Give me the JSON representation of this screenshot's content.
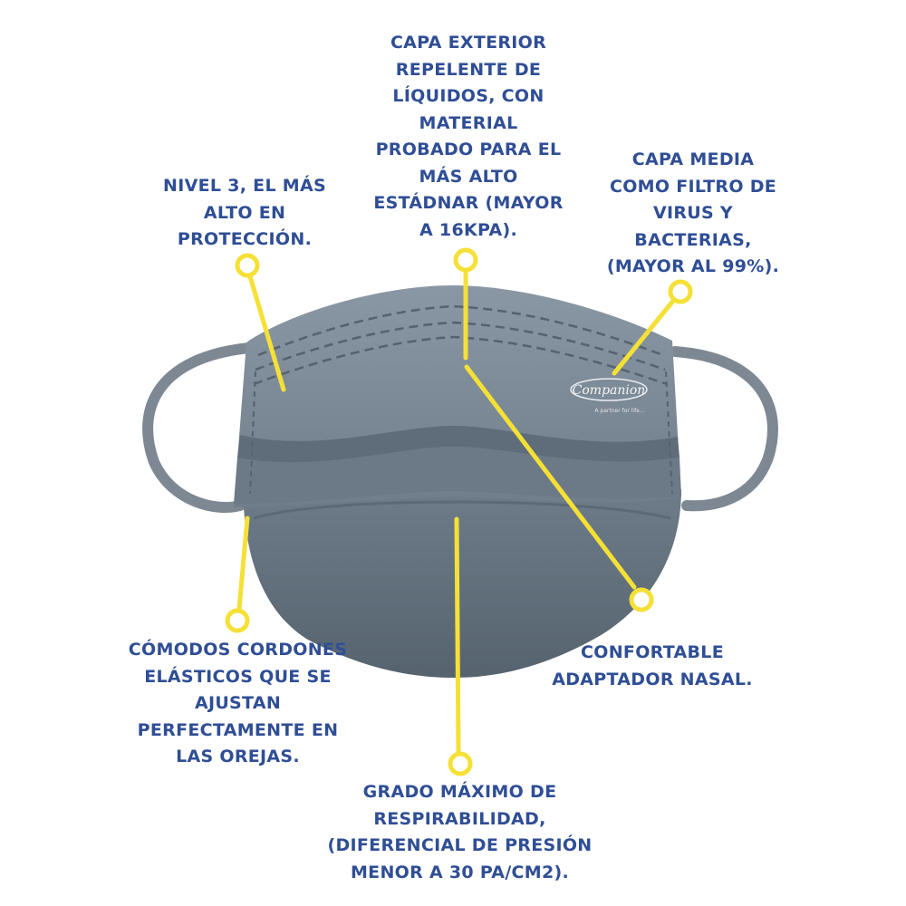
{
  "labels": {
    "outer_layer": "CAPA EXTERIOR\nREPELENTE DE\nLÍQUIDOS, CON\nMATERIAL\nPROBADO PARA EL\nMÁS ALTO\nESTÁDNAR (MAYOR\nA 16KPA).",
    "protection_level": "NIVEL 3, EL MÁS\nALTO EN\nPROTECCIÓN.",
    "middle_layer": "CAPA MEDIA\nCOMO FILTRO DE\nVIRUS Y\nBACTERIAS,\n(MAYOR AL 99%).",
    "ear_cords": "CÓMODOS CORDONES\nELÁSTICOS QUE SE\nAJUSTAN\nPERFECTAMENTE EN\nLAS OREJAS.",
    "nasal_adapter": "CONFORTABLE\nADAPTADOR NASAL.",
    "breathability": "GRADO MÁXIMO DE\nRESPIRABILIDAD,\n(DIFERENCIAL DE PRESIÓN\nMENOR A 30  PA/CM2)."
  },
  "brand": {
    "logo_text": "Companion",
    "tagline": "A partner for life..."
  },
  "colors": {
    "label_text": "#2f4e95",
    "callout": "#f5e036",
    "mask": "#6e7c89"
  }
}
